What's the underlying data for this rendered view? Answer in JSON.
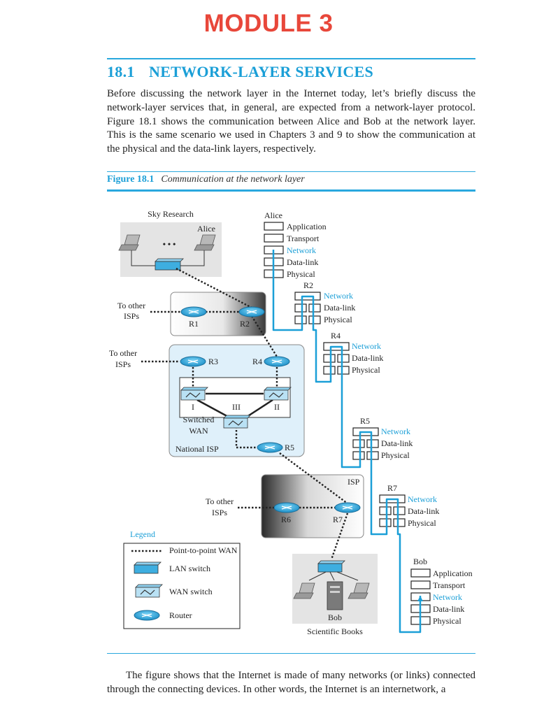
{
  "page": {
    "module_title": "MODULE 3",
    "section_number": "18.1",
    "section_title": "NETWORK-LAYER SERVICES",
    "intro_paragraph": "Before discussing the network layer in the Internet today, let’s briefly discuss the network-layer services that, in general, are expected from a network-layer protocol. Figure 18.1 shows the communication between Alice and Bob at the network layer. This is the same scenario we used in Chapters 3 and 9 to show the communication at the physical and the data-link layers, respectively.",
    "figure_number": "Figure 18.1",
    "figure_title": "Communication at the network layer",
    "bottom_paragraph": "The figure shows that the Internet is made of many networks (or links) connected through the connecting devices. In other words, the Internet is an internetwork, a"
  },
  "diagram": {
    "sky_research": "Sky Research",
    "alice": "Alice",
    "bob": "Bob",
    "scientific_books": "Scientific Books",
    "national_isp": "National ISP",
    "isp": "ISP",
    "switched_wan_1": "Switched",
    "switched_wan_2": "WAN",
    "to_other": "To other",
    "isps": "ISPs",
    "dots": "• • •",
    "routers": {
      "r1": "R1",
      "r2": "R2",
      "r3": "R3",
      "r4": "R4",
      "r5": "R5",
      "r6": "R6",
      "r7": "R7"
    },
    "wan_switches": {
      "s1": "I",
      "s2": "II",
      "s3": "III"
    },
    "layers": {
      "application": "Application",
      "transport": "Transport",
      "network": "Network",
      "datalink": "Data-link",
      "physical": "Physical"
    },
    "legend": {
      "title": "Legend",
      "p2p": "Point-to-point WAN",
      "lan_switch": "LAN switch",
      "wan_switch": "WAN switch",
      "router": "Router"
    },
    "colors": {
      "accent": "#1b9fd7",
      "title_red": "#e8473a"
    }
  }
}
